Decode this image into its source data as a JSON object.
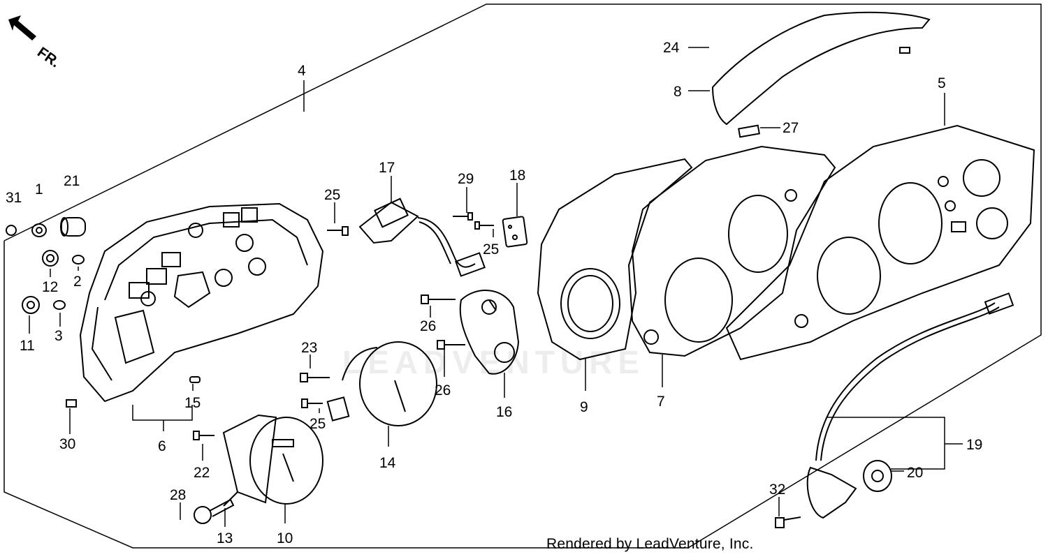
{
  "diagram": {
    "direction_label": "FR.",
    "watermark": "LEADVENTURE",
    "footer": "Rendered by LeadVenture, Inc.",
    "parts": {
      "p1": "1",
      "p2": "2",
      "p3": "3",
      "p4": "4",
      "p5": "5",
      "p6": "6",
      "p7": "7",
      "p8": "8",
      "p9": "9",
      "p10": "10",
      "p11": "11",
      "p12": "12",
      "p13": "13",
      "p14": "14",
      "p15": "15",
      "p16": "16",
      "p17": "17",
      "p18": "18",
      "p19": "19",
      "p20": "20",
      "p21": "21",
      "p22": "22",
      "p23": "23",
      "p24": "24",
      "p25a": "25",
      "p25b": "25",
      "p25c": "25",
      "p26a": "26",
      "p26b": "26",
      "p27": "27",
      "p28": "28",
      "p29": "29",
      "p30": "30",
      "p31": "31",
      "p32": "32"
    }
  }
}
